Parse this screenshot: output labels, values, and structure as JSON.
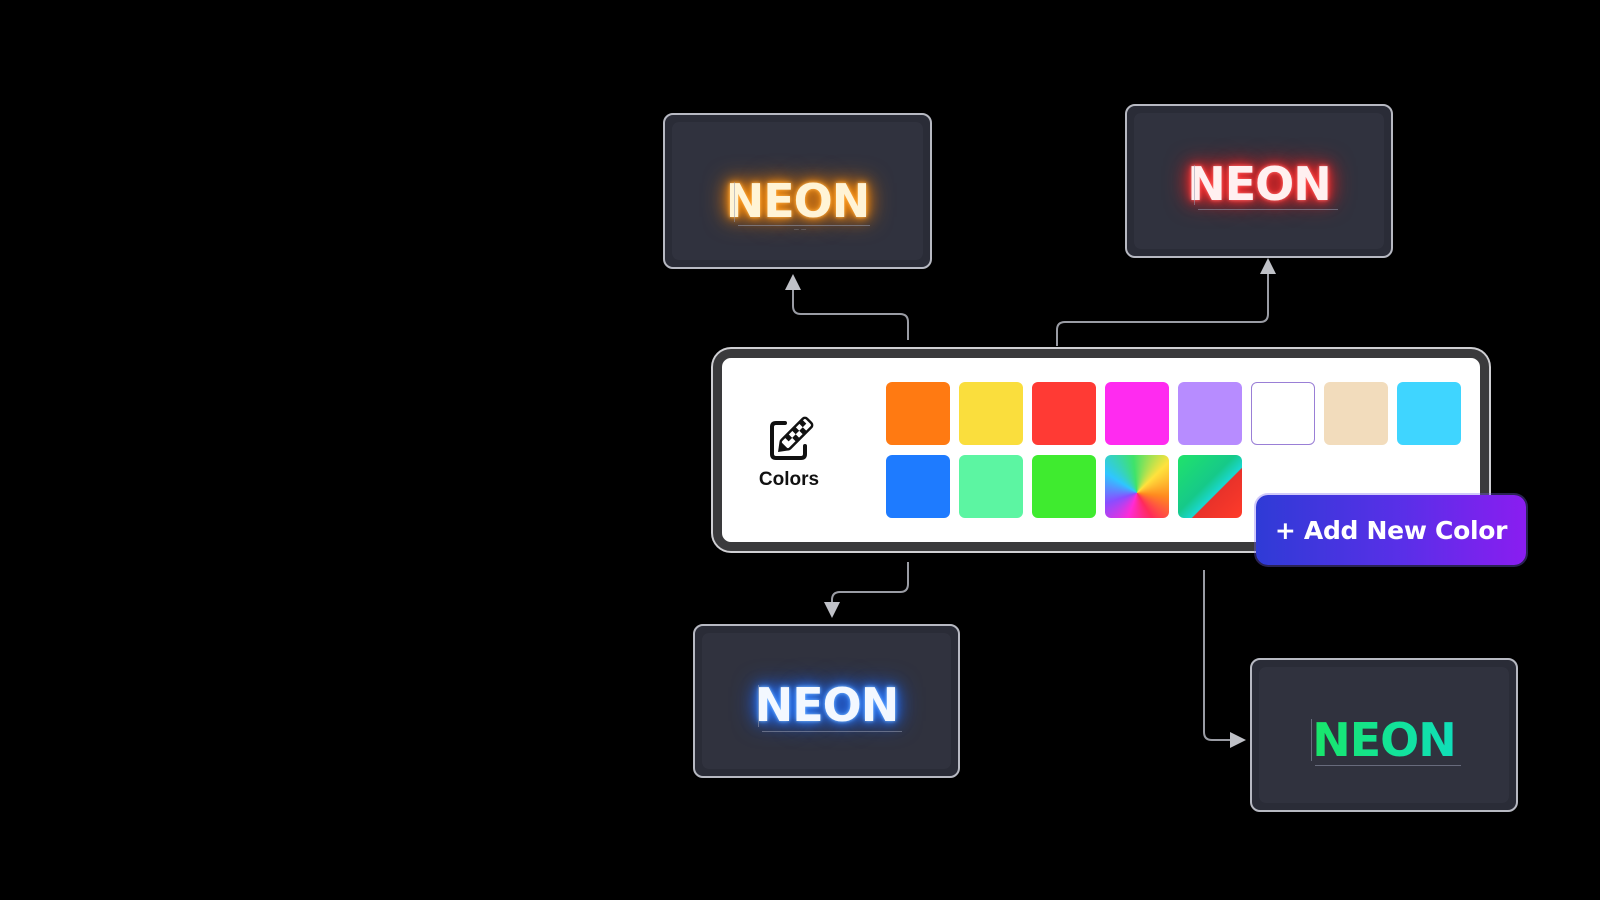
{
  "panel": {
    "label": "Colors",
    "icon": "palette-edit-icon",
    "swatches": [
      {
        "name": "orange",
        "fill": "#FF7A12"
      },
      {
        "name": "yellow",
        "fill": "#FADE3D"
      },
      {
        "name": "red",
        "fill": "#FF3A34"
      },
      {
        "name": "magenta",
        "fill": "#FF2BF0"
      },
      {
        "name": "lavender",
        "fill": "#B78CFF"
      },
      {
        "name": "white",
        "fill": "#FFFFFF"
      },
      {
        "name": "beige",
        "fill": "#F2DCBC"
      },
      {
        "name": "cyan",
        "fill": "#3FD5FF"
      },
      {
        "name": "blue",
        "fill": "#1E7BFF"
      },
      {
        "name": "mint",
        "fill": "#5CF5A2"
      },
      {
        "name": "green",
        "fill": "#3FEB2F"
      },
      {
        "name": "rainbow-gradient",
        "fill": "conic-gradient(from 200deg at 50% 60%, #ff2bd6, #8a4dff, #2fc6ff, #3fe36a, #ffe23d, #ff8a1f, #ff2b5a, #ff2bd6)"
      },
      {
        "name": "green-red-cyan-gradient",
        "fill": "linear-gradient(135deg, #20e36a 0%, #16c989 45%, #1ad7d2 60%, #e8322a 61%, #ff3b2a 100%)"
      }
    ],
    "add_button_label": "+ Add New Color"
  },
  "previews": [
    {
      "id": "orange",
      "text": "NEON",
      "glow": "#FF8A00"
    },
    {
      "id": "red",
      "text": "NEON",
      "glow": "#FF2020"
    },
    {
      "id": "blue",
      "text": "NEON",
      "glow": "#1E6FFF"
    },
    {
      "id": "green",
      "text": "NEON",
      "glow": "#12E39A"
    }
  ]
}
